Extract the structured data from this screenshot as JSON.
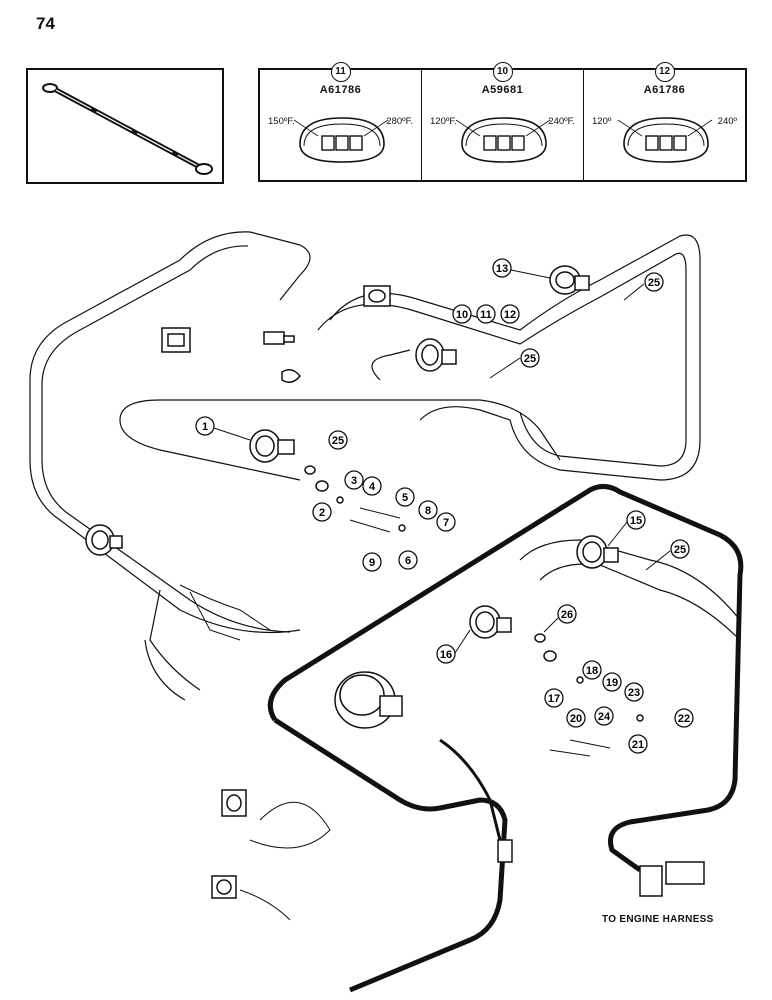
{
  "page_number": "74",
  "gauge_table": [
    {
      "callout": "11",
      "part_number": "A61786",
      "low": "150ºF.",
      "high": "280ºF."
    },
    {
      "callout": "10",
      "part_number": "A59681",
      "low": "120ºF.",
      "high": "240ºF."
    },
    {
      "callout": "12",
      "part_number": "A61786",
      "low": "120º",
      "high": "240º"
    }
  ],
  "callouts": {
    "c1": "1",
    "c2": "2",
    "c3": "3",
    "c4": "4",
    "c5": "5",
    "c6": "6",
    "c7": "7",
    "c8": "8",
    "c9": "9",
    "c10": "10",
    "c11": "11",
    "c12": "12",
    "c13": "13",
    "c15": "15",
    "c16": "16",
    "c17": "17",
    "c18": "18",
    "c19": "19",
    "c20": "20",
    "c21": "21",
    "c22": "22",
    "c23": "23",
    "c24": "24",
    "c25a": "25",
    "c25b": "25",
    "c25c": "25",
    "c25d": "25",
    "c26": "26"
  },
  "harness_label": "TO ENGINE HARNESS",
  "colors": {
    "ink": "#111111",
    "paper": "#ffffff"
  }
}
